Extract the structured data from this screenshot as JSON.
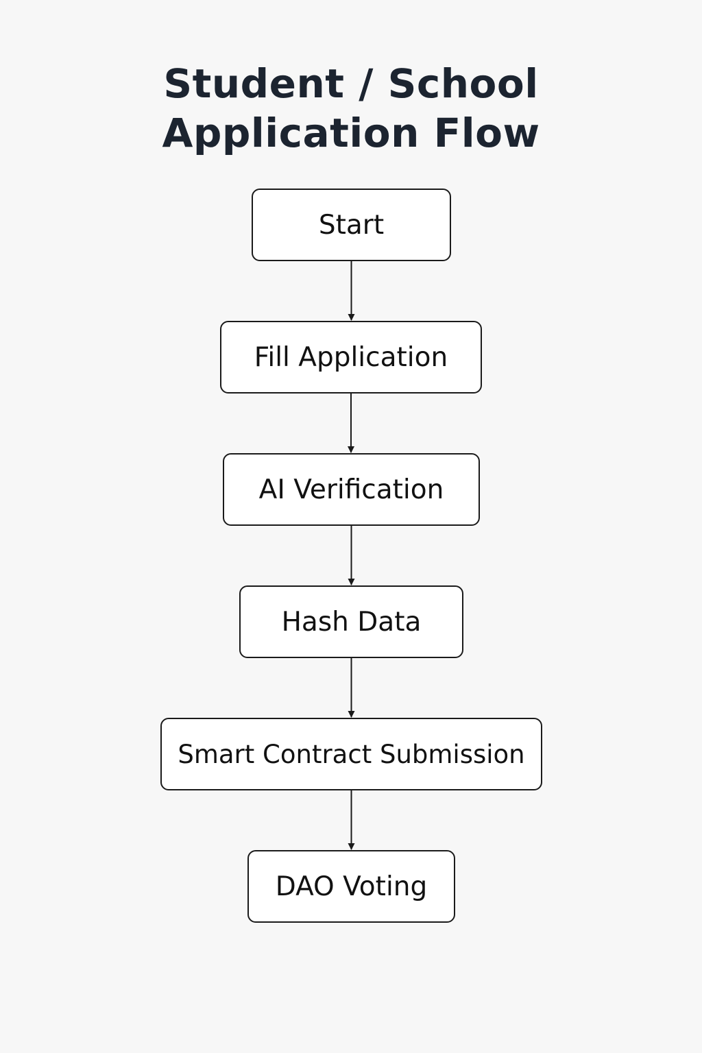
{
  "diagram": {
    "title_lines": [
      "Student / School",
      "Application Flow"
    ],
    "nodes": [
      {
        "label": "Start"
      },
      {
        "label": "Fill Application"
      },
      {
        "label": "AI Verification"
      },
      {
        "label": "Hash Data"
      },
      {
        "label": "Smart Contract Submission"
      },
      {
        "label": "DAO Voting"
      }
    ],
    "edges": [
      {
        "from": 0,
        "to": 1
      },
      {
        "from": 1,
        "to": 2
      },
      {
        "from": 2,
        "to": 3
      },
      {
        "from": 3,
        "to": 4
      },
      {
        "from": 4,
        "to": 5
      }
    ],
    "colors": {
      "background": "#f7f7f7",
      "title": "#1c2430",
      "box_border": "#1a1a1a",
      "box_fill": "#ffffff",
      "arrow": "#1a1a1a"
    }
  }
}
